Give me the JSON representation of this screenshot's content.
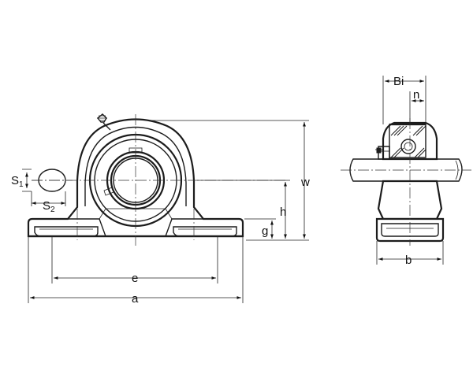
{
  "labels": {
    "a": "a",
    "e": "e",
    "h": "h",
    "g": "g",
    "w": "w",
    "b": "b",
    "Bi": "Bi",
    "n": "n",
    "S1_main": "S",
    "S1_sub": "1",
    "S2_main": "S",
    "S2_sub": "2"
  }
}
